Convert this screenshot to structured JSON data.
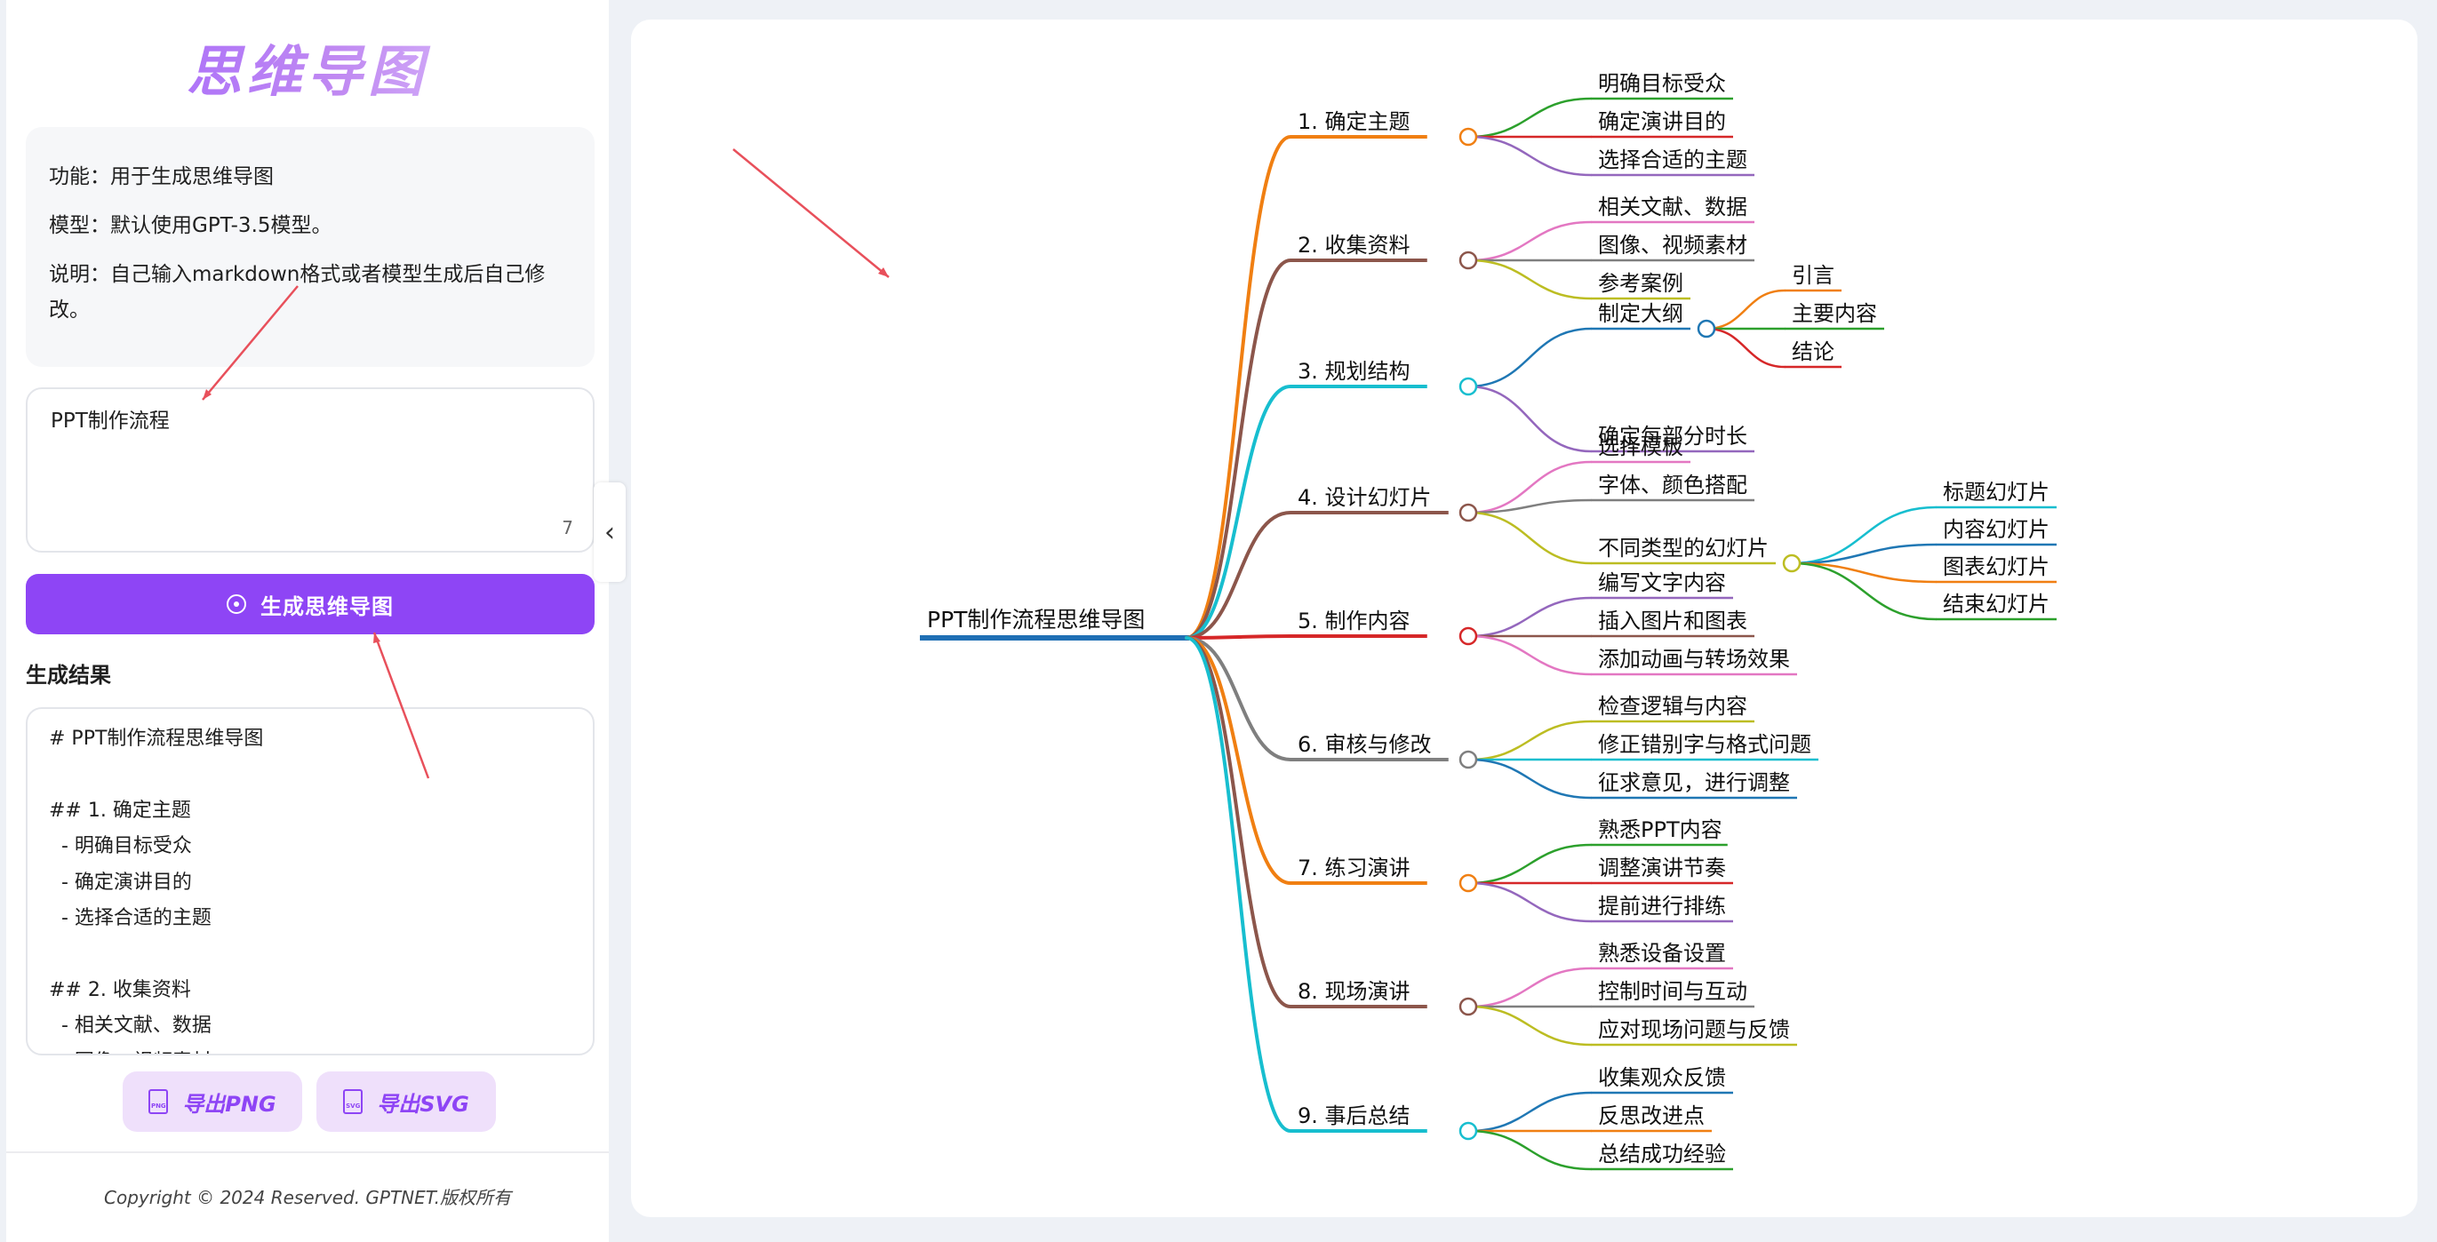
{
  "sidebar": {
    "title": "思维导图",
    "info": {
      "function": "功能：用于生成思维导图",
      "model": "模型：默认使用GPT-3.5模型。",
      "description": "说明：自己输入markdown格式或者模型生成后自己修改。"
    },
    "prompt_value": "PPT制作流程",
    "char_count": "7",
    "generate_label": "生成思维导图",
    "result_label": "生成结果",
    "result_text": "# PPT制作流程思维导图\n\n## 1. 确定主题\n  - 明确目标受众\n  - 确定演讲目的\n  - 选择合适的主题\n\n## 2. 收集资料\n  - 相关文献、数据\n  - 图像、视频素材",
    "export_png_label": "导出PNG",
    "export_svg_label": "导出SVG",
    "png_icon_text": "PNG",
    "svg_icon_text": "SVG",
    "copyright": "Copyright © 2024 Reserved. GPTNET.版权所有"
  },
  "mindmap": {
    "root": {
      "label": "PPT制作流程思维导图",
      "color": "#1f6fb4"
    },
    "branches": [
      {
        "label": "1. 确定主题",
        "color": "#f07f12",
        "children": [
          {
            "label": "明确目标受众",
            "color": "#2ca02c"
          },
          {
            "label": "确定演讲目的",
            "color": "#d62728"
          },
          {
            "label": "选择合适的主题",
            "color": "#9467bd"
          }
        ]
      },
      {
        "label": "2. 收集资料",
        "color": "#8c564b",
        "children": [
          {
            "label": "相关文献、数据",
            "color": "#e377c2"
          },
          {
            "label": "图像、视频素材",
            "color": "#7f7f7f"
          },
          {
            "label": "参考案例",
            "color": "#bcbd22"
          }
        ]
      },
      {
        "label": "3. 规划结构",
        "color": "#17becf",
        "children": [
          {
            "label": "制定大纲",
            "color": "#1f77b4",
            "children": [
              {
                "label": "引言",
                "color": "#f07f12"
              },
              {
                "label": "主要内容",
                "color": "#2ca02c"
              },
              {
                "label": "结论",
                "color": "#d62728"
              }
            ]
          },
          {
            "label": "确定每部分时长",
            "color": "#9467bd"
          }
        ]
      },
      {
        "label": "4. 设计幻灯片",
        "color": "#8c564b",
        "children": [
          {
            "label": "选择模板",
            "color": "#e377c2"
          },
          {
            "label": "字体、颜色搭配",
            "color": "#7f7f7f"
          },
          {
            "label": "不同类型的幻灯片",
            "color": "#bcbd22",
            "children": [
              {
                "label": "标题幻灯片",
                "color": "#17becf"
              },
              {
                "label": "内容幻灯片",
                "color": "#1f77b4"
              },
              {
                "label": "图表幻灯片",
                "color": "#f07f12"
              },
              {
                "label": "结束幻灯片",
                "color": "#2ca02c"
              }
            ]
          }
        ]
      },
      {
        "label": "5. 制作内容",
        "color": "#d62728",
        "children": [
          {
            "label": "编写文字内容",
            "color": "#9467bd"
          },
          {
            "label": "插入图片和图表",
            "color": "#8c564b"
          },
          {
            "label": "添加动画与转场效果",
            "color": "#e377c2"
          }
        ]
      },
      {
        "label": "6. 审核与修改",
        "color": "#7f7f7f",
        "children": [
          {
            "label": "检查逻辑与内容",
            "color": "#bcbd22"
          },
          {
            "label": "修正错别字与格式问题",
            "color": "#17becf"
          },
          {
            "label": "征求意见，进行调整",
            "color": "#1f77b4"
          }
        ]
      },
      {
        "label": "7. 练习演讲",
        "color": "#f07f12",
        "children": [
          {
            "label": "熟悉PPT内容",
            "color": "#2ca02c"
          },
          {
            "label": "调整演讲节奏",
            "color": "#d62728"
          },
          {
            "label": "提前进行排练",
            "color": "#9467bd"
          }
        ]
      },
      {
        "label": "8. 现场演讲",
        "color": "#8c564b",
        "children": [
          {
            "label": "熟悉设备设置",
            "color": "#e377c2"
          },
          {
            "label": "控制时间与互动",
            "color": "#7f7f7f"
          },
          {
            "label": "应对现场问题与反馈",
            "color": "#bcbd22"
          }
        ]
      },
      {
        "label": "9. 事后总结",
        "color": "#17becf",
        "children": [
          {
            "label": "收集观众反馈",
            "color": "#1f77b4"
          },
          {
            "label": "反思改进点",
            "color": "#f07f12"
          },
          {
            "label": "总结成功经验",
            "color": "#2ca02c"
          }
        ]
      }
    ]
  },
  "annotation_color": "#e8505b",
  "accent_color": "#8e45f5"
}
